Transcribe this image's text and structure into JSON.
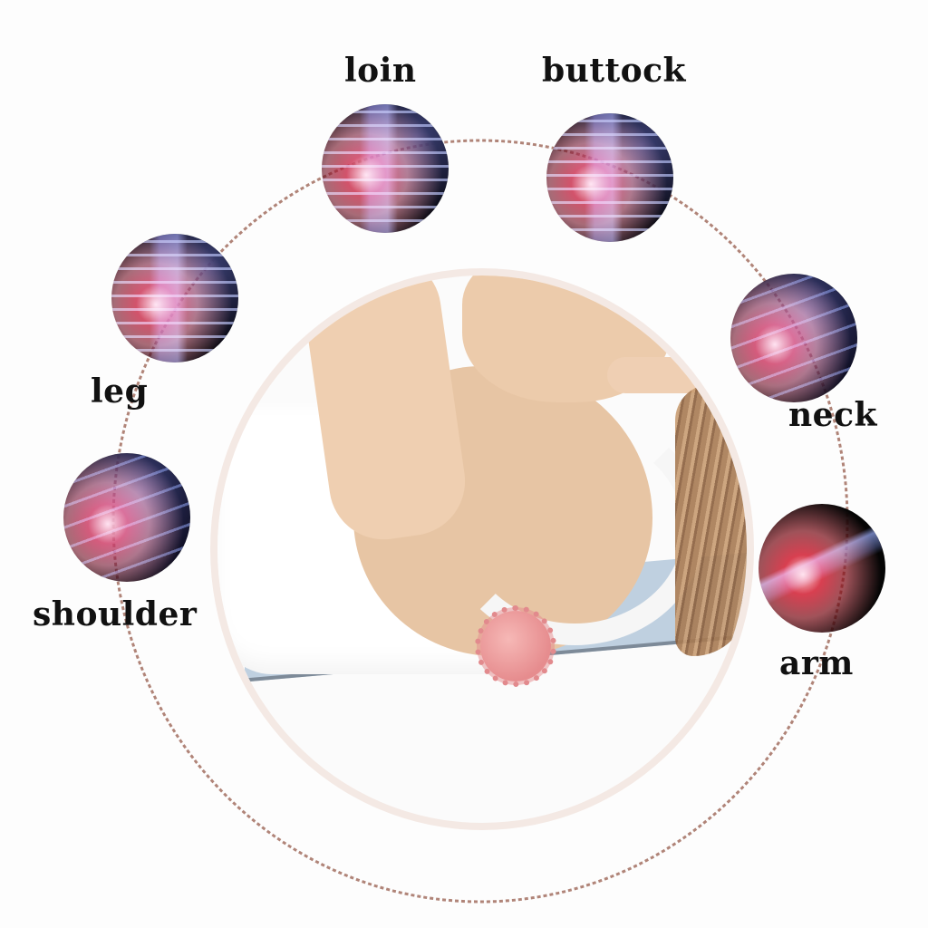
{
  "infographic": {
    "center_image": "woman-lying-on-mat-with-spiky-massage-ball-under-shoulder",
    "ring_color": "#b08478",
    "frame_color": "#f4e9e4",
    "labels": {
      "loin": "loin",
      "buttock": "buttock",
      "leg": "leg",
      "neck": "neck",
      "shoulder": "shoulder",
      "arm": "arm"
    },
    "body_parts": [
      {
        "label": "loin",
        "image": "xray-lower-back"
      },
      {
        "label": "buttock",
        "image": "xray-spine-hip"
      },
      {
        "label": "leg",
        "image": "xray-lower-spine"
      },
      {
        "label": "neck",
        "image": "xray-neck"
      },
      {
        "label": "shoulder",
        "image": "xray-shoulder"
      },
      {
        "label": "arm",
        "image": "xray-elbow"
      }
    ]
  }
}
